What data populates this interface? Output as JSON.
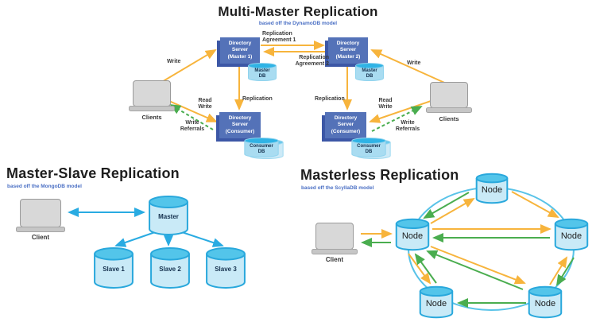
{
  "colors": {
    "orange_arrow": "#f7b43c",
    "green_arrow": "#4aad4f",
    "blue_arrow": "#29abe2",
    "ring_blue": "#59c3e8",
    "server_box": "#5472b8",
    "server_box_shadow": "#3c57a6",
    "cylinder_top": "#53c5ea",
    "cylinder_body": "#c9eaf7",
    "cylinder_border": "#29a8dc",
    "subtitle_blue": "#4a6fc4"
  },
  "multi_master": {
    "title": "Multi-Master Replication",
    "subtitle": "based off the DynamoDB model",
    "master1": "Directory\nServer\n(Master 1)",
    "master2": "Directory\nServer\n(Master 2)",
    "consumer1": "Directory\nServer\n(Consumer)",
    "consumer2": "Directory\nServer\n(Consumer)",
    "master_db_left": "Master\nDB",
    "master_db_right": "Master\nDB",
    "consumer_db_left": "Consumer\nDB",
    "consumer_db_right": "Consumer\nDB",
    "clients_left": "Clients",
    "clients_right": "Clients",
    "labels": {
      "agreement1": "Replication\nAgreement 1",
      "agreement2": "Replication\nAgreement 2",
      "write_left": "Write",
      "write_right": "Write",
      "replication_left": "Replication",
      "replication_right": "Replication",
      "read_write_left": "Read\nWrite",
      "read_write_right": "Read\nWrite",
      "write_referrals_left": "Write\nReferrals",
      "write_referrals_right": "Write\nReferrals"
    }
  },
  "master_slave": {
    "title": "Master-Slave Replication",
    "subtitle": "based off the MongoDB model",
    "client": "Client",
    "master": "Master",
    "slaves": [
      "Slave 1",
      "Slave 2",
      "Slave 3"
    ]
  },
  "masterless": {
    "title": "Masterless Replication",
    "subtitle": "based off the ScyllaDB model",
    "client": "Client",
    "nodes": [
      "Node",
      "Node",
      "Node",
      "Node",
      "Node"
    ]
  }
}
